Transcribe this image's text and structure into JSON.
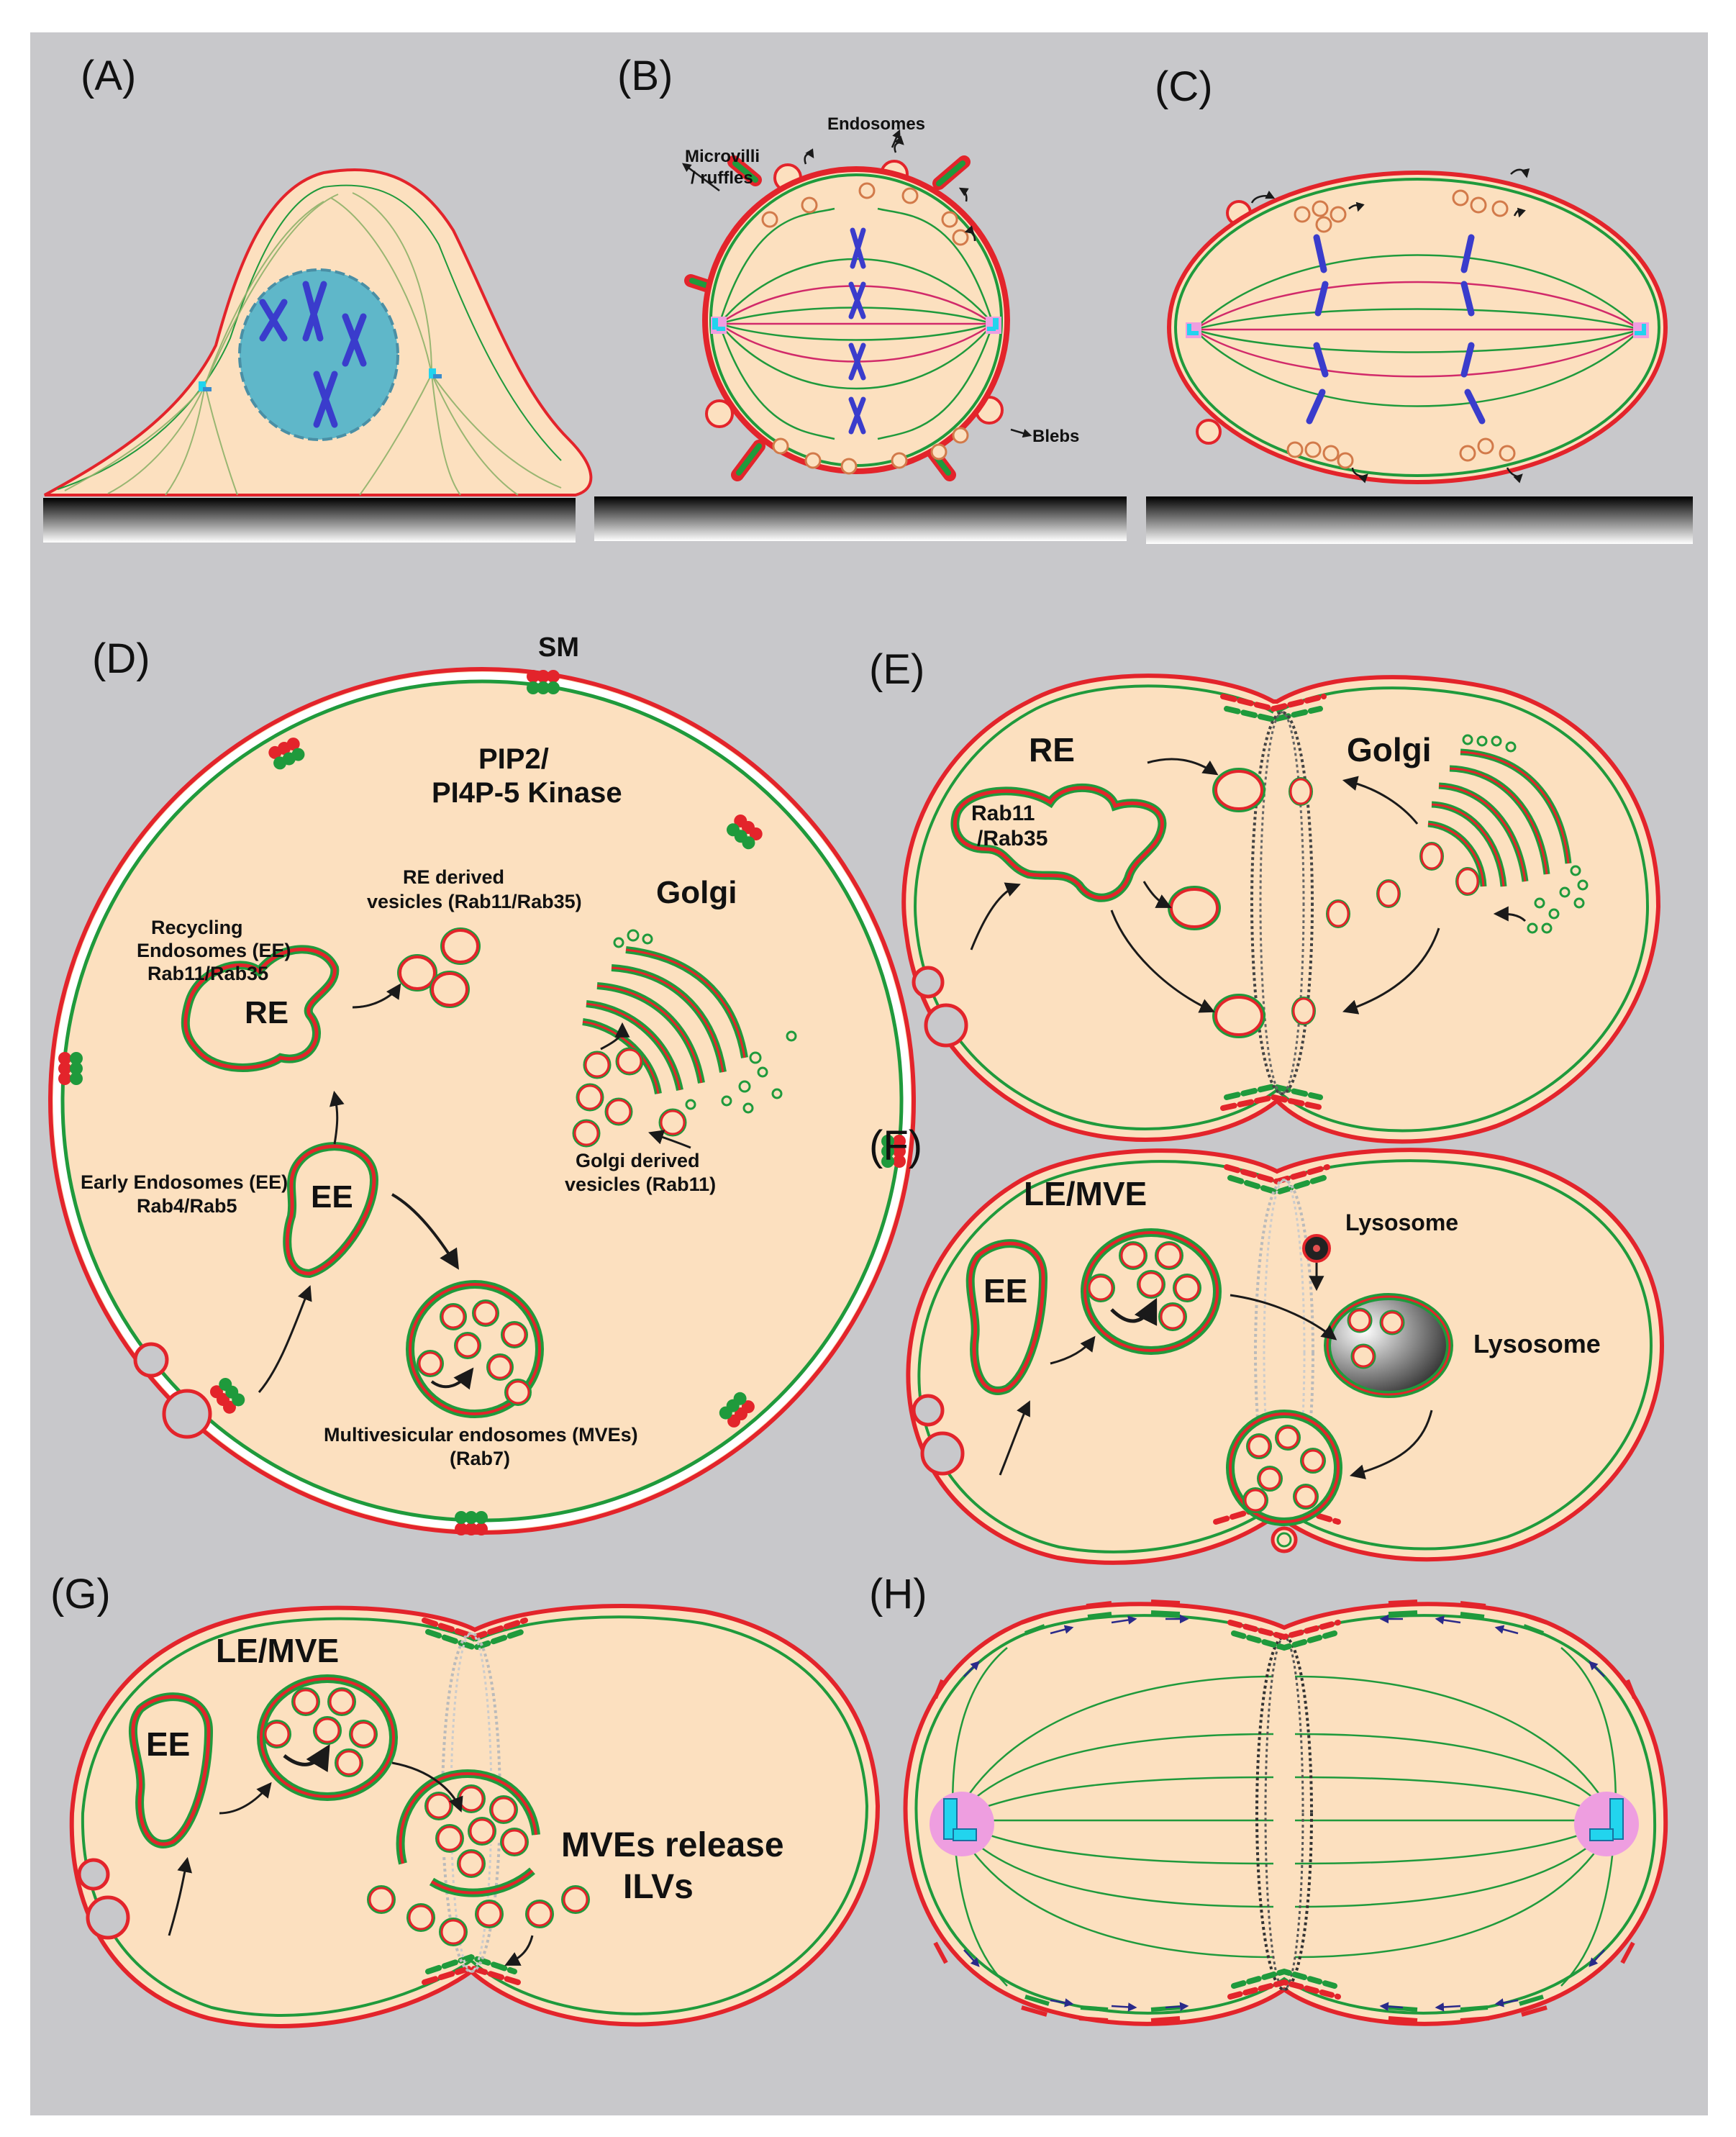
{
  "panels": {
    "A": {
      "label": "(A)"
    },
    "B": {
      "label": "(B)",
      "microvilli": "Microvilli",
      "ruffles": "/ ruffles",
      "endosomes": "Endosomes",
      "blebs": "Blebs"
    },
    "C": {
      "label": "(C)"
    },
    "D": {
      "label": "(D)",
      "sm": "SM",
      "pip2_a": "PIP2/",
      "pip2_b": "PI4P-5 Kinase",
      "re_vesicles_a": "RE derived",
      "re_vesicles_b": "vesicles (Rab11/Rab35)",
      "golgi": "Golgi",
      "recycling_a": "Recycling",
      "recycling_b": "Endosomes (EE)",
      "recycling_c": "Rab11/Rab35",
      "re": "RE",
      "golgi_vesicles_a": "Golgi derived",
      "golgi_vesicles_b": "vesicles (Rab11)",
      "early_a": "Early Endosomes (EE)",
      "early_b": "Rab4/Rab5",
      "ee": "EE",
      "mve_a": "Multivesicular endosomes (MVEs)",
      "mve_b": "(Rab7)"
    },
    "E": {
      "label": "(E)",
      "re": "RE",
      "golgi": "Golgi",
      "rab_a": "Rab11",
      "rab_b": "/Rab35"
    },
    "F": {
      "label": "(F)",
      "lemve": "LE/MVE",
      "lysosome_small": "Lysosome",
      "lysosome": "Lysosome",
      "ee": "EE"
    },
    "G": {
      "label": "(G)",
      "lemve": "LE/MVE",
      "ee": "EE",
      "release_a": "MVEs release",
      "release_b": "ILVs"
    },
    "H": {
      "label": "(H)"
    }
  },
  "colors": {
    "background": "#c8c8cb",
    "cytoplasm": "#fce0bf",
    "membrane_red": "#e3242b",
    "membrane_green": "#1f9a3c",
    "nucleus": "#5fb7c9",
    "chromosome": "#3a3ccc",
    "centrosome": "#ee9ee0",
    "centriole": "#22d4ee",
    "arrow": "#1a1a1a"
  }
}
